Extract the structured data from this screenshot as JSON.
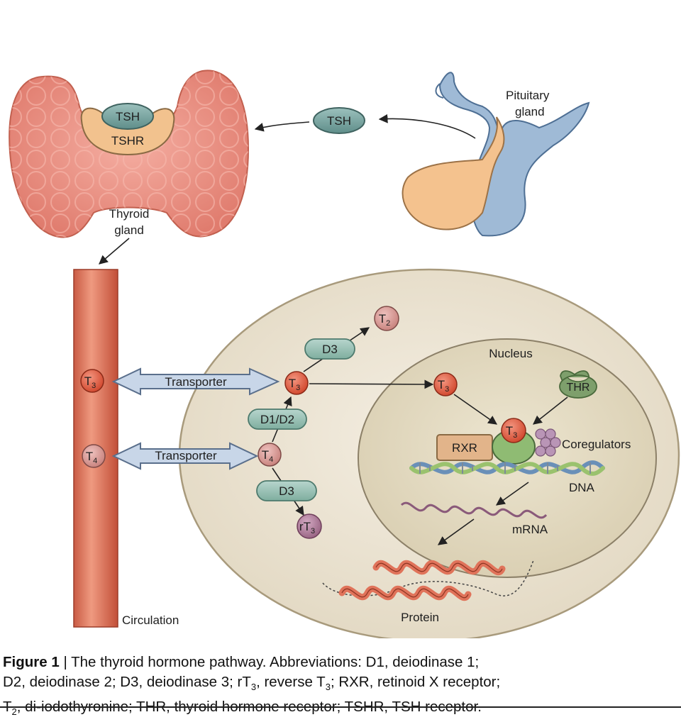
{
  "diagram": {
    "labels": {
      "tsh_on_thyroid": "TSH",
      "tshr": "TSHR",
      "tsh_signal": "TSH",
      "pituitary_line1": "Pituitary",
      "pituitary_line2": "gland",
      "thyroid_line1": "Thyroid",
      "thyroid_line2": "gland",
      "t3_circulation": "T",
      "t3_circulation_sub": "3",
      "t4_circulation": "T",
      "t4_circulation_sub": "4",
      "transporter_t3": "Transporter",
      "transporter_t4": "Transporter",
      "t3_cell": "T",
      "t3_cell_sub": "3",
      "t4_cell": "T",
      "t4_cell_sub": "4",
      "d3_top": "D3",
      "d1d2": "D1/D2",
      "d3_bottom": "D3",
      "t2": "T",
      "t2_sub": "2",
      "rt3": "rT",
      "rt3_sub": "3",
      "nucleus": "Nucleus",
      "t3_nucleus": "T",
      "t3_nucleus_sub": "3",
      "thr": "THR",
      "t3_bound": "T",
      "t3_bound_sub": "3",
      "rxr": "RXR",
      "coregulators": "Coregulators",
      "dna": "DNA",
      "mrna": "mRNA",
      "protein": "Protein",
      "circulation": "Circulation"
    },
    "colors": {
      "thyroid": "#e8877b",
      "tsh": "#6f9e9a",
      "tshr": "#f2c28e",
      "pituitary_front": "#f4c28e",
      "pituitary_back": "#9db8d4",
      "vessel": "#d9705a",
      "cell": "#ece4d4",
      "nucleus": "#e3dac2",
      "t3": "#e0553c",
      "t4": "#d99a98",
      "enzyme": "#8cb8ae",
      "rt3": "#b27f9c",
      "thr": "#7a9e6a",
      "rxr": "#e2b48a",
      "coregulator": "#b995b6",
      "dna_a": "#6a90b8",
      "dna_b": "#9ac26e",
      "protein": "#e0735a"
    }
  },
  "caption": {
    "figure_label": "Figure 1",
    "separator": " | ",
    "line1_text": "The thyroid hormone pathway. Abbreviations: D1, deiodinase 1;",
    "line2_a": "D2, deiodinase 2; D3, deiodinase 3; rT",
    "line2_sub1": "3",
    "line2_b": ", reverse T",
    "line2_sub2": "3",
    "line2_c": "; RXR, retinoid X receptor;",
    "line3_a": "T",
    "line3_sub": "2",
    "line3_b": ", di-iodothyronine; THR, thyroid hormone receptor; TSHR, TSH receptor."
  }
}
